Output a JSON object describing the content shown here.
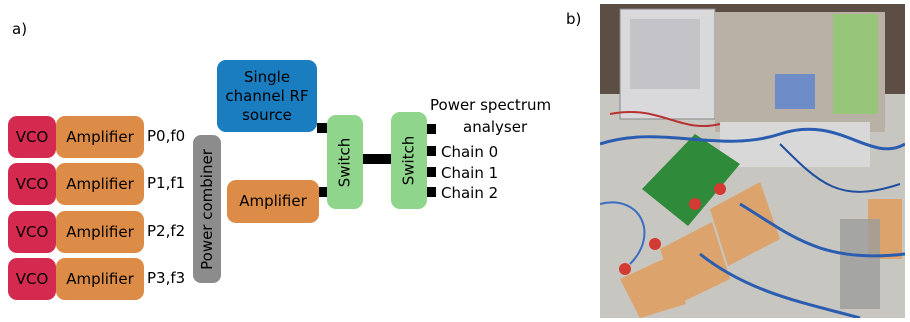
{
  "panel_a": {
    "label": "a)",
    "chains": [
      {
        "vco": "VCO",
        "amp": "Amplifier",
        "signal": "P0,f0"
      },
      {
        "vco": "VCO",
        "amp": "Amplifier",
        "signal": "P1,f1"
      },
      {
        "vco": "VCO",
        "amp": "Amplifier",
        "signal": "P2,f2"
      },
      {
        "vco": "VCO",
        "amp": "Amplifier",
        "signal": "P3,f3"
      }
    ],
    "combiner": "Power combiner",
    "rf_source": {
      "line1": "Single",
      "line2": "channel RF",
      "line3": "source"
    },
    "amplifier": "Amplifier",
    "switch1": "Switch",
    "switch2": "Switch",
    "analyser": {
      "line1": "Power spectrum",
      "line2": "analyser"
    },
    "outputs": [
      "Chain 0",
      "Chain 1",
      "Chain 2"
    ]
  },
  "panel_b": {
    "label": "b)"
  },
  "colors": {
    "vco": "#d52a4f",
    "amplifier": "#dd8c47",
    "combiner": "#8c8c8c",
    "rf_source": "#1a7dc0",
    "switch": "#8fd58c"
  }
}
